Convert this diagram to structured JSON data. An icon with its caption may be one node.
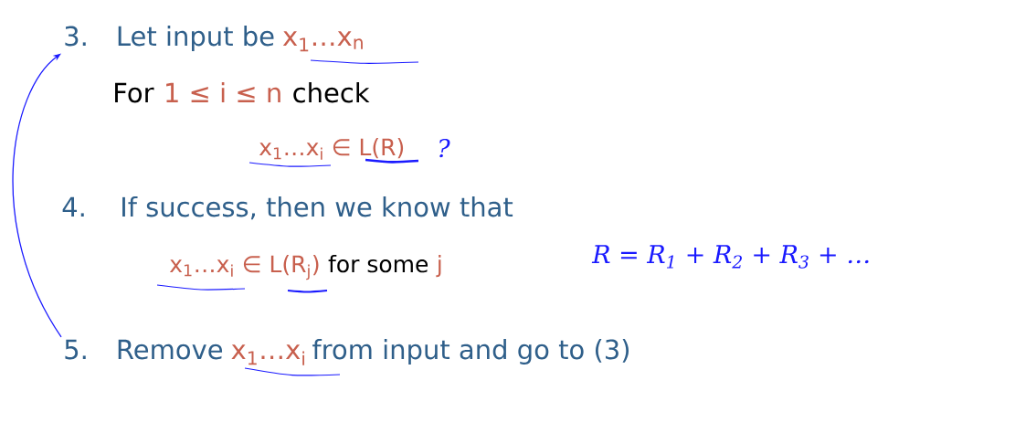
{
  "diagram": {
    "nodes": [
      {
        "text": [
          "3.",
          "Let input be",
          "x$_{1}$…x$_{n}$"
        ]
      },
      {
        "text": [
          "5.",
          "Remove",
          "x$_{1}$…x$_{i}$",
          "from input and go to (3)"
        ]
      }
    ],
    "edges": [
      {
        "from": 1,
        "to": 0,
        "arrow": "to",
        "color": "#1a1aff"
      }
    ],
    "labels": [
      "For",
      "1 ≤ i ≤ n",
      "check",
      "x$_{1}$…x$_{i}$ ∈ L(R)",
      "?",
      "4.",
      "If success, then we know that",
      "x$_{1}$…x$_{i}$ ∈ L(R$_{j}$)",
      "for some",
      "j",
      "R = R$_{1}$ + R$_{2}$ + R$_{3}$ + …"
    ]
  }
}
